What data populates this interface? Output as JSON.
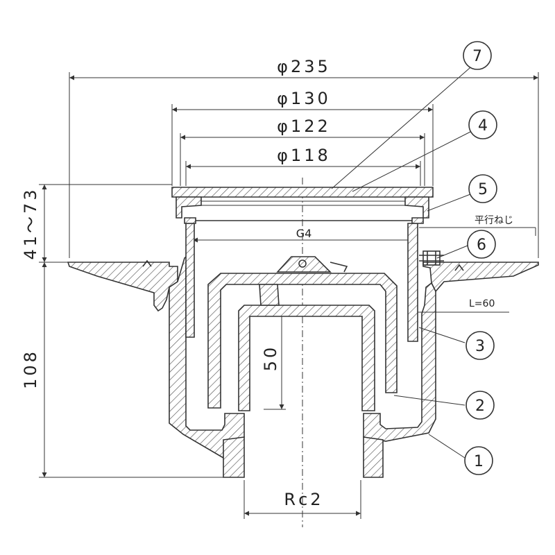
{
  "dimensions": {
    "d235": "φ235",
    "d130": "φ130",
    "d122": "φ122",
    "d118": "φ118",
    "thread_g4": "G4",
    "height_adj": "41〜73",
    "height_108": "108",
    "depth_50": "50",
    "outlet_rc2": "Rc2"
  },
  "notes": {
    "parallel_thread": "平行ねじ",
    "length_l60": "L=60"
  },
  "callouts": [
    {
      "id": "1",
      "label": "1"
    },
    {
      "id": "2",
      "label": "2"
    },
    {
      "id": "3",
      "label": "3"
    },
    {
      "id": "4",
      "label": "4"
    },
    {
      "id": "5",
      "label": "5"
    },
    {
      "id": "6",
      "label": "6"
    },
    {
      "id": "7",
      "label": "7"
    }
  ]
}
